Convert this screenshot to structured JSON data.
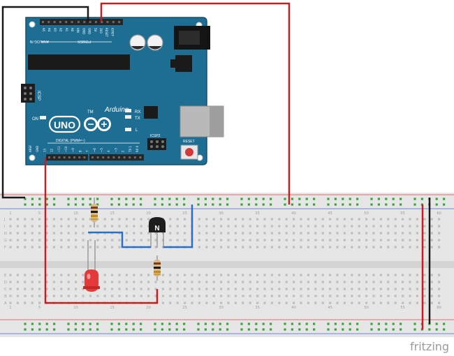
{
  "board": {
    "brand": "Arduino",
    "model": "UNO",
    "header_top_labels": [
      "IOREF",
      "RESET",
      "3V3",
      "5V",
      "GND",
      "GND",
      "VIN",
      "A0",
      "A1",
      "A2",
      "A3",
      "A4",
      "A5"
    ],
    "header_bottom_labels": [
      "AREF",
      "GND",
      "13",
      "12",
      "~11",
      "~10",
      "~9",
      "8",
      "7",
      "~6",
      "~5",
      "4",
      "~3",
      "2",
      "TX 1",
      "RX 0"
    ],
    "power_label": "POWER",
    "analog_label": "ANALOG IN",
    "digital_label": "DIGITAL (PWM=~)",
    "icsp_label": "ICSP",
    "icsp2_label": "ICSP2",
    "on_label": "ON",
    "tx_label": "TX",
    "rx_label": "RX",
    "l_label": "L",
    "reset_label": "RESET"
  },
  "breadboard": {
    "columns": 60,
    "rows_top": [
      "J",
      "I",
      "H",
      "G",
      "F"
    ],
    "rows_bottom": [
      "E",
      "D",
      "C",
      "B",
      "A"
    ],
    "column_markers": [
      "1",
      "5",
      "10",
      "15",
      "20",
      "25",
      "30",
      "35",
      "40",
      "45",
      "50",
      "55",
      "60"
    ]
  },
  "components": {
    "transistor_label": "N"
  },
  "watermark": "fritzing",
  "colors": {
    "board_blue": "#1f6f94",
    "board_edge": "#15516e",
    "wire_red": "#c41e1e",
    "wire_black": "#1a1a1a",
    "wire_blue": "#2a6fc4",
    "breadboard": "#e9e9e9",
    "hole_green": "#3aa33a",
    "rail_red": "#e05a5a",
    "rail_blue": "#5a7ae0",
    "led_red": "#e53a3a"
  }
}
